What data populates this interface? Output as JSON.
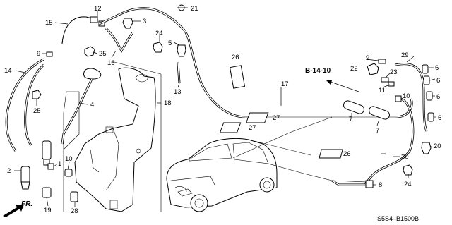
{
  "diagram": {
    "reference": "B-14-10",
    "figure_code": "S5S4–B1500B",
    "front_label": "FR.",
    "callouts": {
      "c1": "1",
      "c2": "2",
      "c3": "3",
      "c4": "4",
      "c5": "5",
      "c6a": "6",
      "c6b": "6",
      "c6c": "6",
      "c6d": "6",
      "c7a": "7",
      "c7b": "7",
      "c8": "8",
      "c9a": "9",
      "c9b": "9",
      "c10": "10",
      "c11": "11",
      "c12": "12",
      "c13": "13",
      "c14": "14",
      "c15": "15",
      "c16": "16",
      "c17": "17",
      "c18": "18",
      "c19": "19",
      "c20": "20",
      "c21": "21",
      "c22": "22",
      "c23": "23",
      "c24a": "24",
      "c24b": "24",
      "c25a": "25",
      "c25b": "25",
      "c26a": "26",
      "c26b": "26",
      "c27a": "27",
      "c27b": "27",
      "c28": "28",
      "c29": "29",
      "c30": "30"
    }
  }
}
